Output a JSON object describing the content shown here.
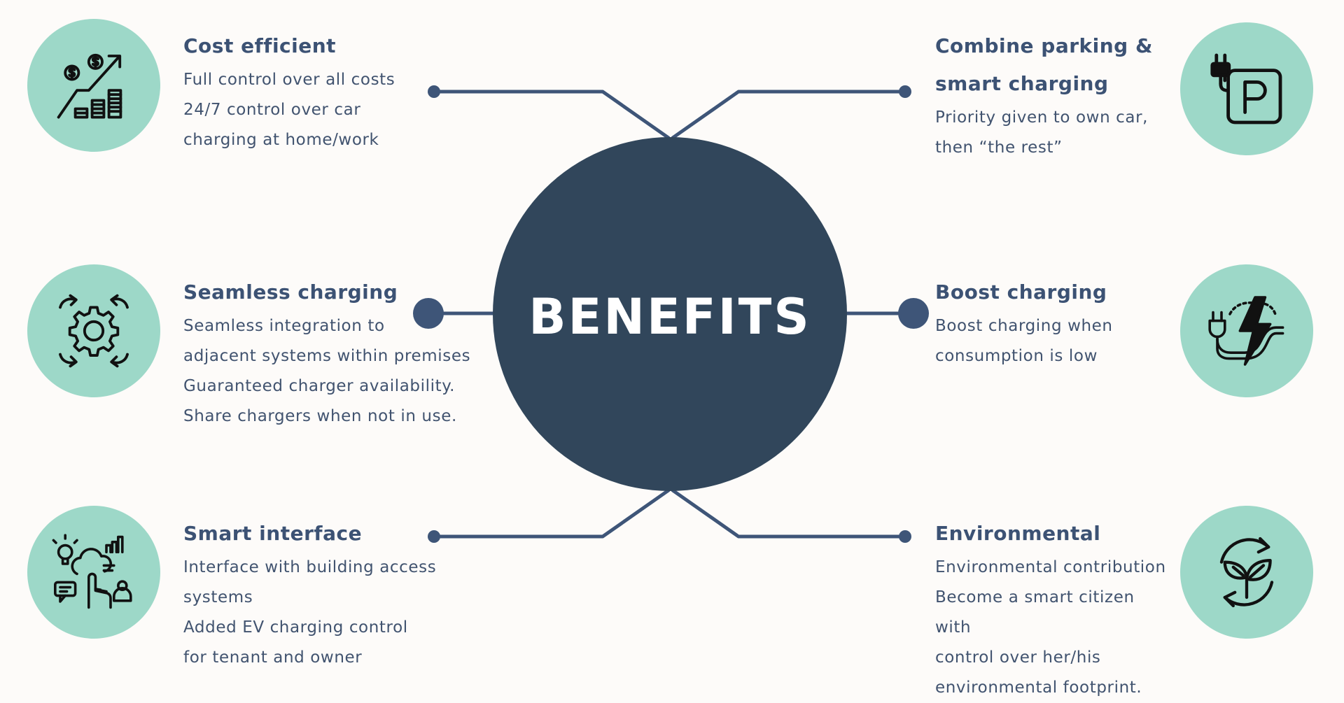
{
  "center": {
    "title": "BENEFITS"
  },
  "colors": {
    "background": "#fdfbf9",
    "hub": "#31465b",
    "icon_circle": "#9dd8c8",
    "connector": "#3e5578",
    "heading": "#3c5274",
    "body_text": "#41536f"
  },
  "benefits": [
    {
      "id": "cost",
      "icon": "money-growth-chart-icon",
      "heading_lines": [
        "Cost efficient"
      ],
      "lines": [
        "Full control over all costs",
        "24/7 control over car",
        "charging at home/work"
      ]
    },
    {
      "id": "seamless",
      "icon": "gear-cycle-arrows-icon",
      "heading_lines": [
        "Seamless charging"
      ],
      "lines": [
        "Seamless integration to",
        "adjacent systems within premises",
        "Guaranteed charger availability.",
        "Share chargers when not in use."
      ]
    },
    {
      "id": "interface",
      "icon": "smart-interface-cloud-icon",
      "heading_lines": [
        "Smart interface"
      ],
      "lines": [
        "Interface with building access",
        "systems",
        "Added EV charging control",
        "for tenant and owner"
      ]
    },
    {
      "id": "parking",
      "icon": "parking-plug-icon",
      "heading_lines": [
        "Combine parking &",
        "smart charging"
      ],
      "lines": [
        "Priority given to own car,",
        "then “the rest”"
      ]
    },
    {
      "id": "boost",
      "icon": "plug-lightning-icon",
      "heading_lines": [
        "Boost charging"
      ],
      "lines": [
        "Boost charging when",
        "consumption is low"
      ]
    },
    {
      "id": "environmental",
      "icon": "recycle-leaves-icon",
      "heading_lines": [
        "Environmental"
      ],
      "lines": [
        "Environmental contribution",
        "Become a smart citizen with",
        "control over her/his",
        "environmental footprint."
      ]
    }
  ]
}
